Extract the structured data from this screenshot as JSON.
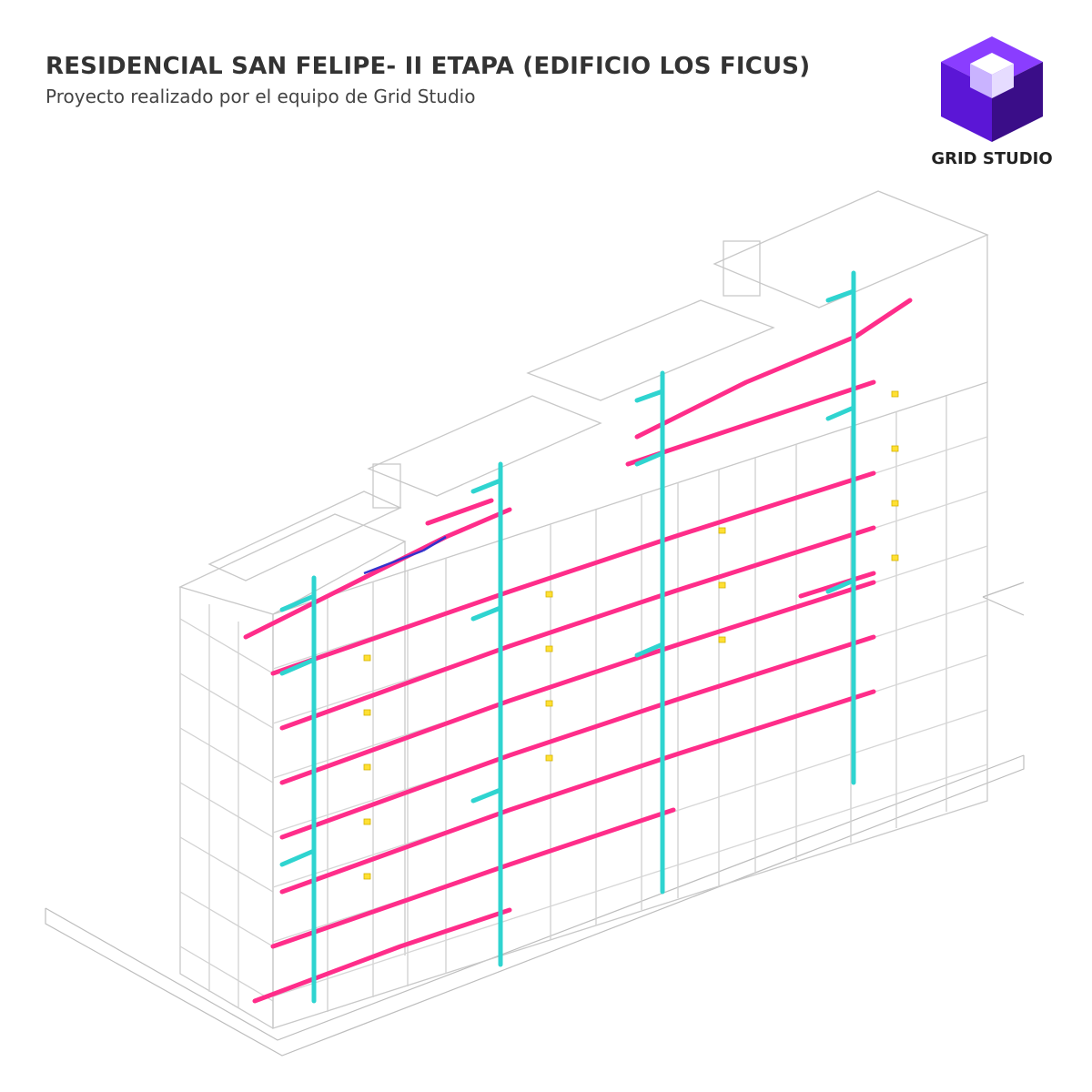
{
  "header": {
    "title": "RESIDENCIAL SAN FELIPE- II ETAPA (EDIFICIO LOS FICUS)",
    "subtitle": "Proyecto realizado por el equipo de Grid Studio"
  },
  "logo": {
    "text": "GRID STUDIO",
    "icon": "grid-studio-cube-icon",
    "colors": {
      "top": "#8a3dff",
      "left": "#5b16d6",
      "right": "#3a0d88"
    }
  },
  "drawing": {
    "colors": {
      "structure": "#c8c8c8",
      "sanitary_pipes": "#ff2d8a",
      "vent_pipes": "#2fd4d0",
      "supply_line": "#3333cc",
      "fixtures": "#ffe033"
    }
  }
}
